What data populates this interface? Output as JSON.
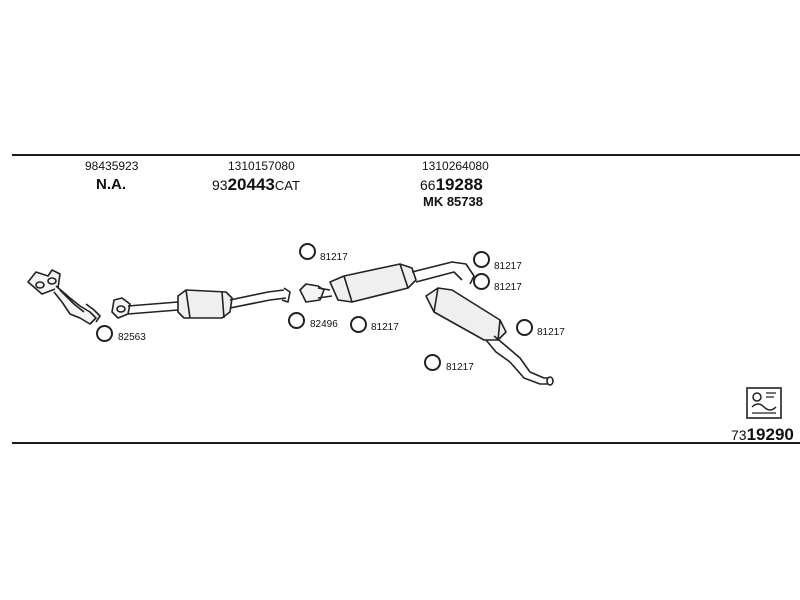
{
  "columns": [
    {
      "oe_number": "98435923",
      "part_label": "N.A."
    },
    {
      "oe_number": "1310157080",
      "part_prefix": "93",
      "part_main": "20443",
      "part_suffix": "CAT"
    },
    {
      "oe_number": "1310264080",
      "part_prefix": "66",
      "part_main": "19288",
      "secondary": "MK  85738"
    }
  ],
  "hardware_labels": {
    "gasket_front": "82563",
    "gasket_mid": "82496",
    "clamp_mid_low": "81217",
    "clamp_mid_top": "81217",
    "clamp_rear_1": "81217",
    "clamp_rear_2": "81217",
    "clamp_rear_3": "81217",
    "clamp_tail": "81217"
  },
  "kit": {
    "icon": "kit-box-icon",
    "number_prefix": "73",
    "number_main": "19290"
  }
}
